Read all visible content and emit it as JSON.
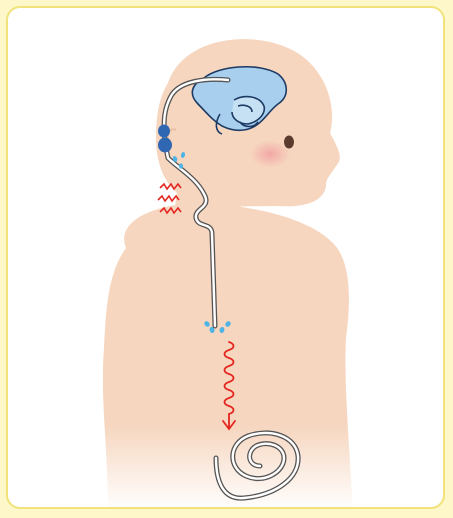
{
  "figure": {
    "icons": [
      "child-silhouette",
      "brain-ventricles",
      "shunt-valve",
      "shunt-catheter",
      "pain-zigzag",
      "fluid-drops",
      "downward-arrow",
      "coiled-tubing"
    ]
  },
  "colors": {
    "background": "#fdf7c9",
    "frame_border": "#f2e27a",
    "skin": "#f6d6bf",
    "ventricles": "#a9cfee",
    "ventricles_outline": "#1c3a63",
    "valve": "#2f67b3",
    "drops": "#4db4e6",
    "pain": "#e3261f",
    "tube": "#555555"
  }
}
